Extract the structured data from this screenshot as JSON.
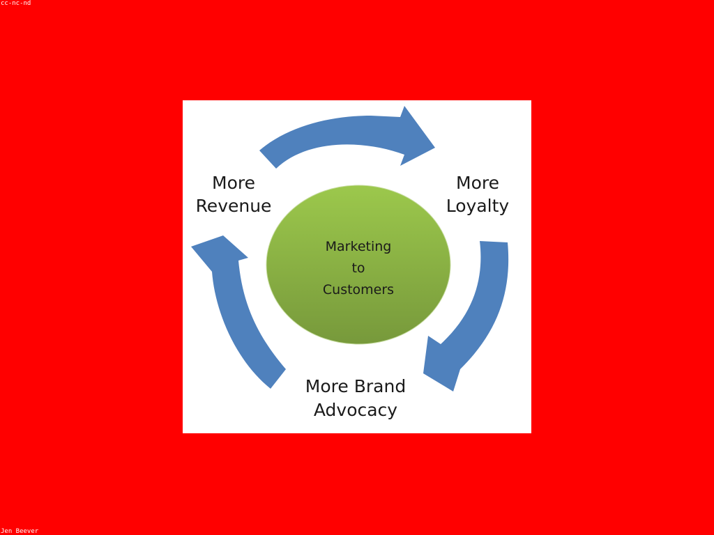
{
  "colors": {
    "background": "#ff0000",
    "card": "#ffffff",
    "arrow": "#4f81bd",
    "circle_top": "#9cc84c",
    "circle_bottom": "#77993b",
    "text": "#1a1a1a"
  },
  "corner": {
    "license": "cc-nc-nd",
    "author": "Jen Beever"
  },
  "cycle": {
    "center": {
      "line1": "Marketing",
      "line2": "to",
      "line3": "Customers"
    },
    "nodes": [
      {
        "line1": "More",
        "line2": "Revenue"
      },
      {
        "line1": "More",
        "line2": "Loyalty"
      },
      {
        "line1": "More Brand",
        "line2": "Advocacy"
      }
    ],
    "arrows": [
      "arrow-right-icon",
      "arrow-down-icon",
      "arrow-up-icon"
    ]
  }
}
